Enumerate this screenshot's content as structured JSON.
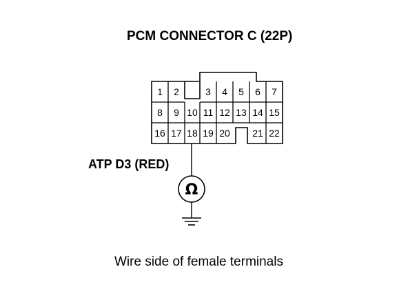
{
  "title": "PCM CONNECTOR C (22P)",
  "connector": {
    "rows": [
      [
        "1",
        "2",
        "",
        "3",
        "4",
        "5",
        "6",
        "7"
      ],
      [
        "8",
        "9",
        "10",
        "11",
        "12",
        "13",
        "14",
        "15"
      ],
      [
        "16",
        "17",
        "18",
        "19",
        "20",
        "",
        "21",
        "22"
      ]
    ],
    "probe_pin": "18"
  },
  "wire_label": "ATP D3 (RED)",
  "meter_symbol": "Ω",
  "caption": "Wire side of female terminals"
}
